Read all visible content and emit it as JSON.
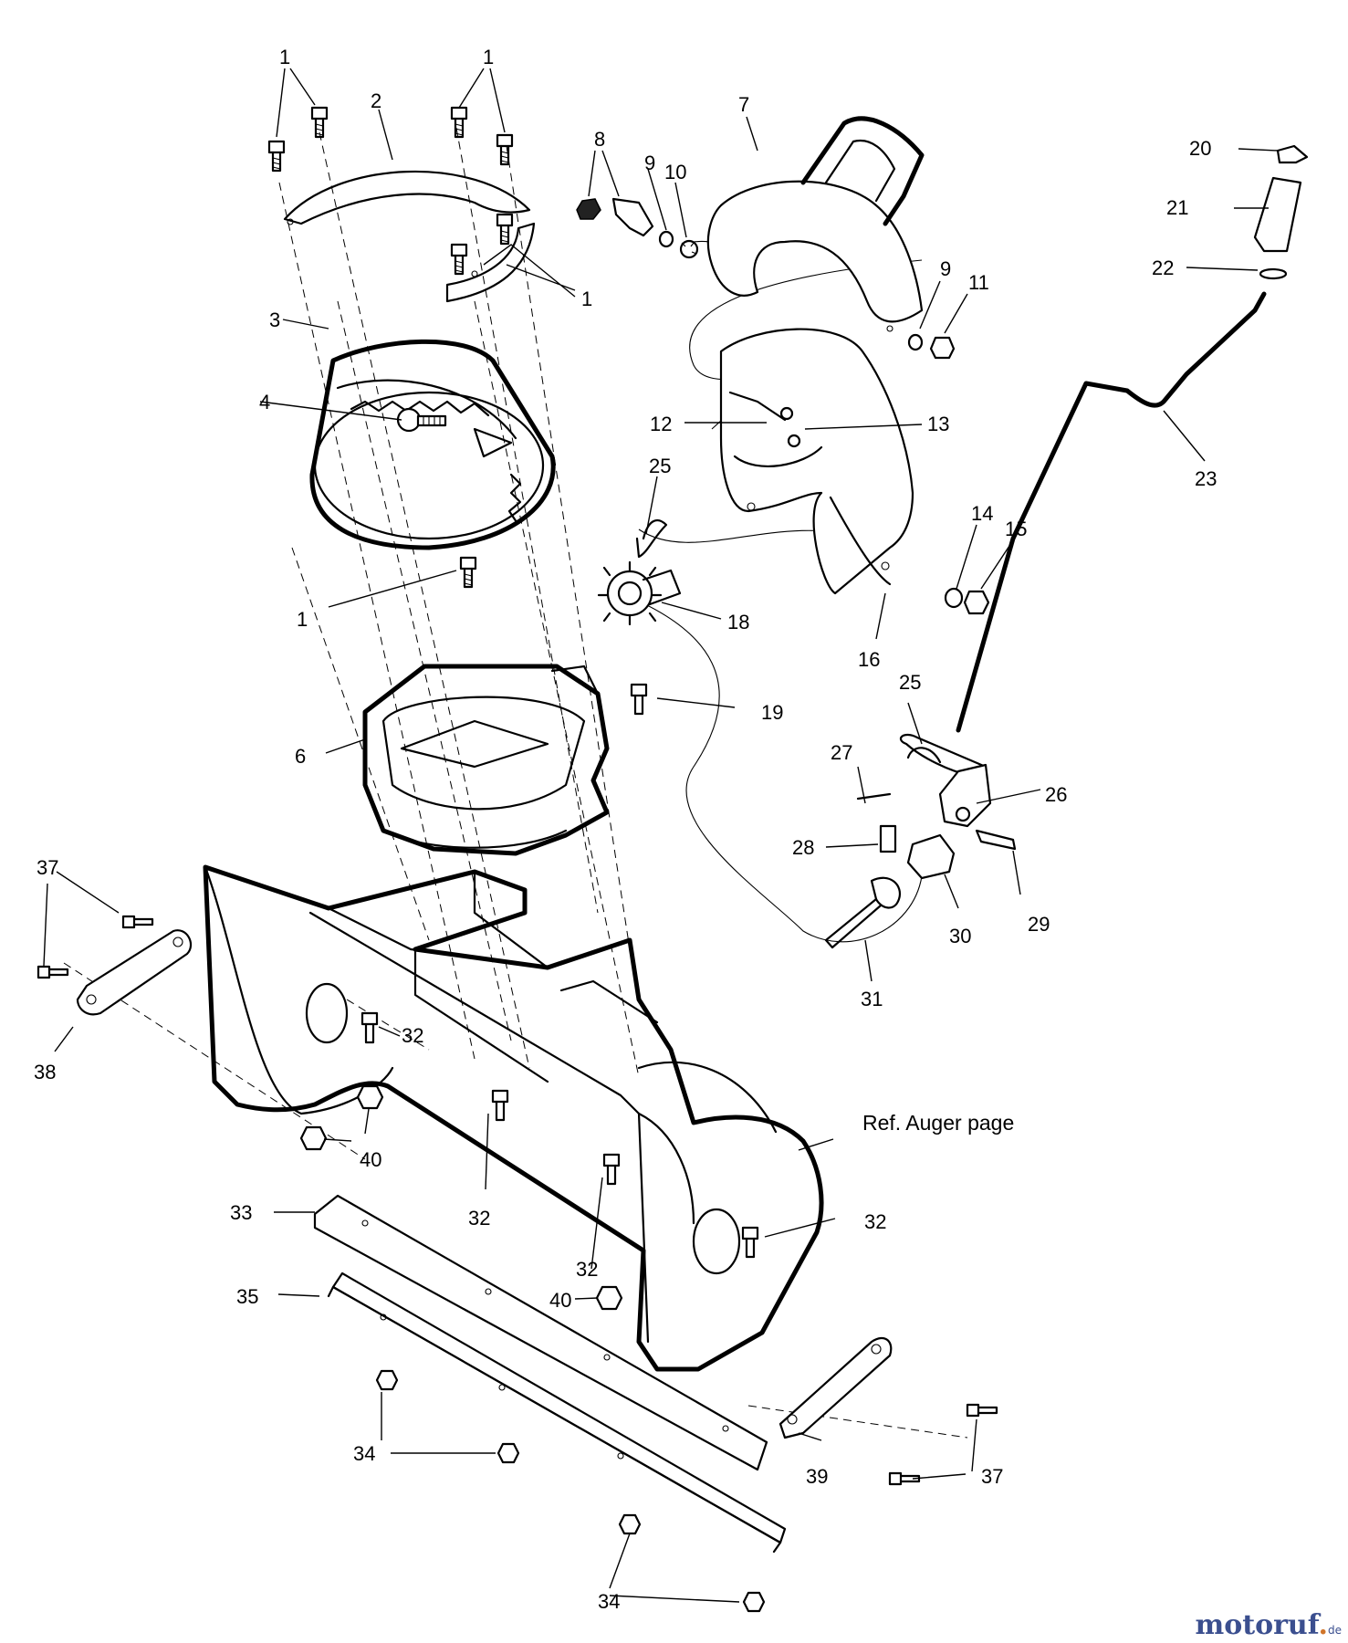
{
  "callouts": [
    "1",
    "1",
    "2",
    "7",
    "8",
    "9",
    "10",
    "20",
    "21",
    "9",
    "11",
    "22",
    "1",
    "3",
    "4",
    "12",
    "13",
    "25",
    "23",
    "14",
    "15",
    "1",
    "18",
    "16",
    "25",
    "19",
    "6",
    "27",
    "26",
    "28",
    "37",
    "29",
    "30",
    "32",
    "31",
    "38",
    "40",
    "Ref. Auger page",
    "33",
    "32",
    "32",
    "40",
    "35",
    "32",
    "34",
    "39",
    "37",
    "34"
  ],
  "watermark": {
    "brand_main": "motoruf",
    "brand_dot": ".",
    "brand_tld": "de"
  }
}
